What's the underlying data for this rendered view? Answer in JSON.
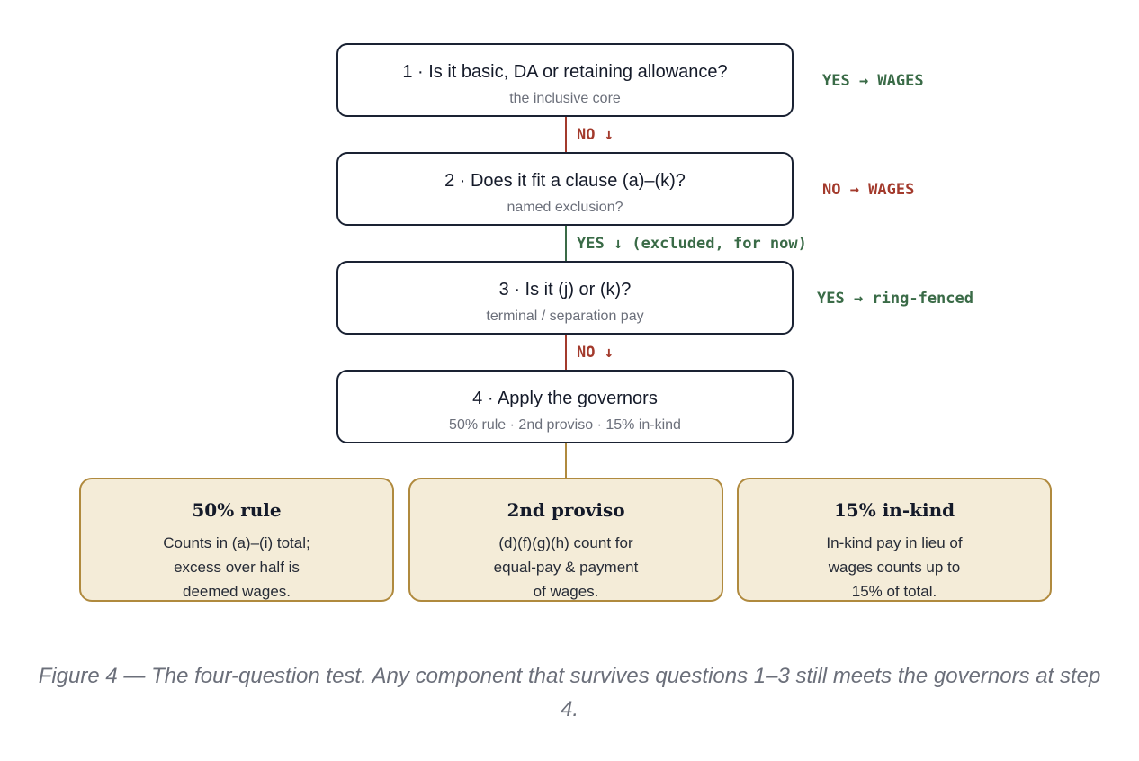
{
  "questions": [
    {
      "title": "1 · Is it basic, DA or retaining allowance?",
      "subtitle": "the inclusive core"
    },
    {
      "title": "2 · Does it fit a clause (a)–(k)?",
      "subtitle": "named exclusion?"
    },
    {
      "title": "3 · Is it (j) or (k)?",
      "subtitle": "terminal / separation pay"
    },
    {
      "title": "4 · Apply the governors",
      "subtitle": "50% rule · 2nd proviso · 15% in-kind"
    }
  ],
  "branches": {
    "q1_yes": "YES → WAGES",
    "q1_no": "NO ↓",
    "q2_no": "NO → WAGES",
    "q2_yes": "YES ↓ (excluded, for now)",
    "q3_yes": "YES → ring-fenced",
    "q3_no": "NO ↓"
  },
  "governors": [
    {
      "title": "50% rule",
      "lines": [
        "Counts in (a)–(i) total;",
        "excess over half is",
        "deemed wages."
      ]
    },
    {
      "title": "2nd proviso",
      "lines": [
        "(d)(f)(g)(h) count for",
        "equal-pay & payment",
        "of wages."
      ]
    },
    {
      "title": "15% in-kind",
      "lines": [
        "In-kind pay in lieu of",
        "wages counts up to",
        "15% of total."
      ]
    }
  ],
  "caption": "Figure 4 — The four-question test. Any component that survives questions 1–3 still meets the governors at step 4.",
  "colors": {
    "yes": "#3a6b47",
    "no": "#a33a2c",
    "governor_border": "#b08a3e",
    "governor_fill": "#f4ecd8"
  }
}
